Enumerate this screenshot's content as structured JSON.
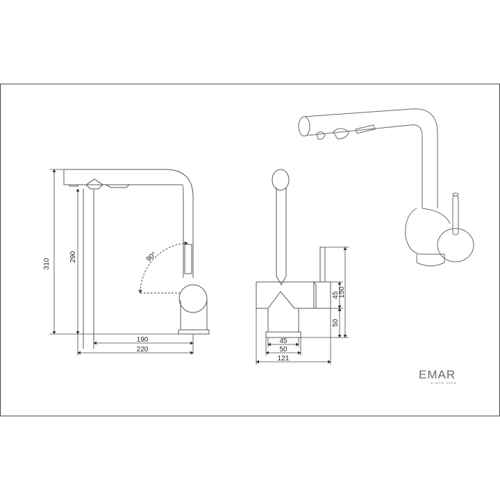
{
  "drawing": {
    "side_view": {
      "dim_total_height": "310",
      "dim_spout_height": "290",
      "dim_rotation_angle": "90°",
      "dim_reach_inner": "190",
      "dim_reach_outer": "220"
    },
    "front_view": {
      "dim_lever_height": "45",
      "dim_body_height": "150",
      "dim_base_height": "50",
      "dim_base_inner_width": "45",
      "dim_base_width": "50",
      "dim_body_width": "121"
    }
  },
  "brand": {
    "name": "EMAR",
    "tagline": "SINCE 2008"
  }
}
